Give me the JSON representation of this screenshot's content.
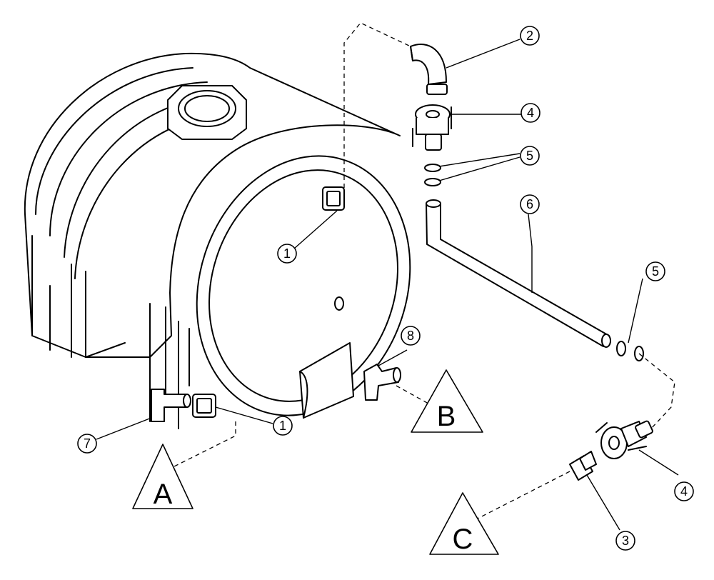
{
  "callouts": {
    "c1_upper": "1",
    "c1_lower": "1",
    "c2": "2",
    "c3": "3",
    "c4_upper": "4",
    "c4_lower": "4",
    "c5_upper": "5",
    "c5_right": "5",
    "c6": "6",
    "c7": "7",
    "c8": "8"
  },
  "triangles": {
    "a": "A",
    "b": "B",
    "c": "C"
  }
}
